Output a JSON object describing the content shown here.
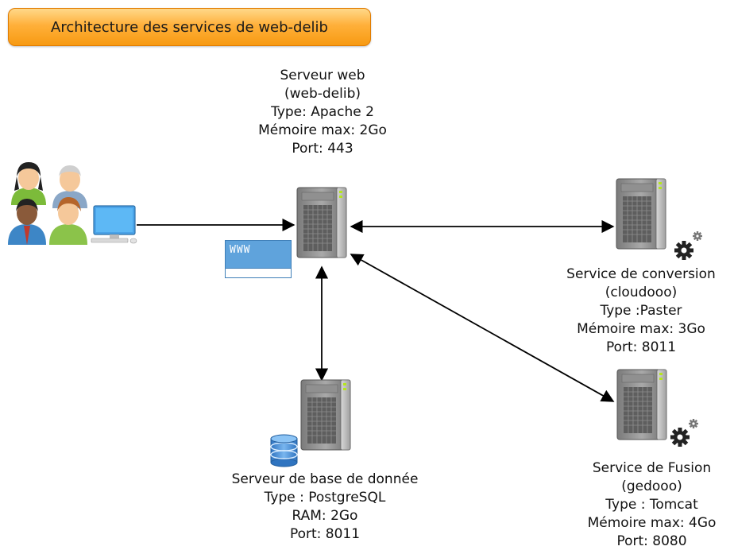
{
  "title": "Architecture des services de web-delib",
  "nodes": {
    "web": {
      "lines": [
        "Serveur web",
        "(web-delib)",
        "Type: Apache 2",
        "Mémoire max: 2Go",
        "Port: 443"
      ]
    },
    "conversion": {
      "lines": [
        "Service de conversion",
        "(cloudooo)",
        "Type :Paster",
        "Mémoire max: 3Go",
        "Port: 8011"
      ]
    },
    "database": {
      "lines": [
        "Serveur de base de donnée",
        "Type : PostgreSQL",
        "RAM: 2Go",
        "Port: 8011"
      ]
    },
    "fusion": {
      "lines": [
        "Service de Fusion",
        "(gedooo)",
        "Type : Tomcat",
        "Mémoire max: 4Go",
        "Port: 8080"
      ]
    }
  },
  "www_label": "WWW",
  "colors": {
    "badge": "#f79a12",
    "www": "#5fa3dc",
    "server": "#8c8c8c",
    "db": "#4a90d9"
  }
}
